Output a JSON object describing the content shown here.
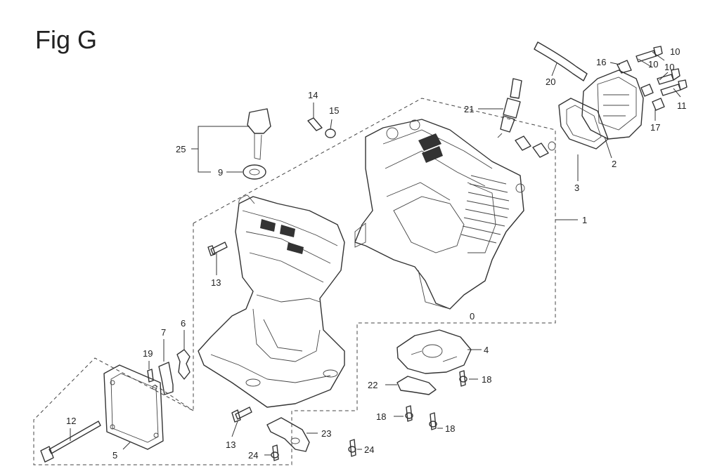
{
  "figure": {
    "title": "Fig G"
  },
  "callouts": {
    "c1": "1",
    "c2": "2",
    "c3": "3",
    "c4": "4",
    "c5": "5",
    "c6": "6",
    "c7": "7",
    "c9": "9",
    "c10a": "10",
    "c10b": "10",
    "c10c": "10",
    "c11": "11",
    "c12": "12",
    "c13a": "13",
    "c13b": "13",
    "c14": "14",
    "c15": "15",
    "c16": "16",
    "c17": "17",
    "c18a": "18",
    "c18b": "18",
    "c18c": "18",
    "c19": "19",
    "c20": "20",
    "c21": "21",
    "c22": "22",
    "c23": "23",
    "c24a": "24",
    "c24b": "24",
    "c25": "25",
    "c0": "0"
  }
}
